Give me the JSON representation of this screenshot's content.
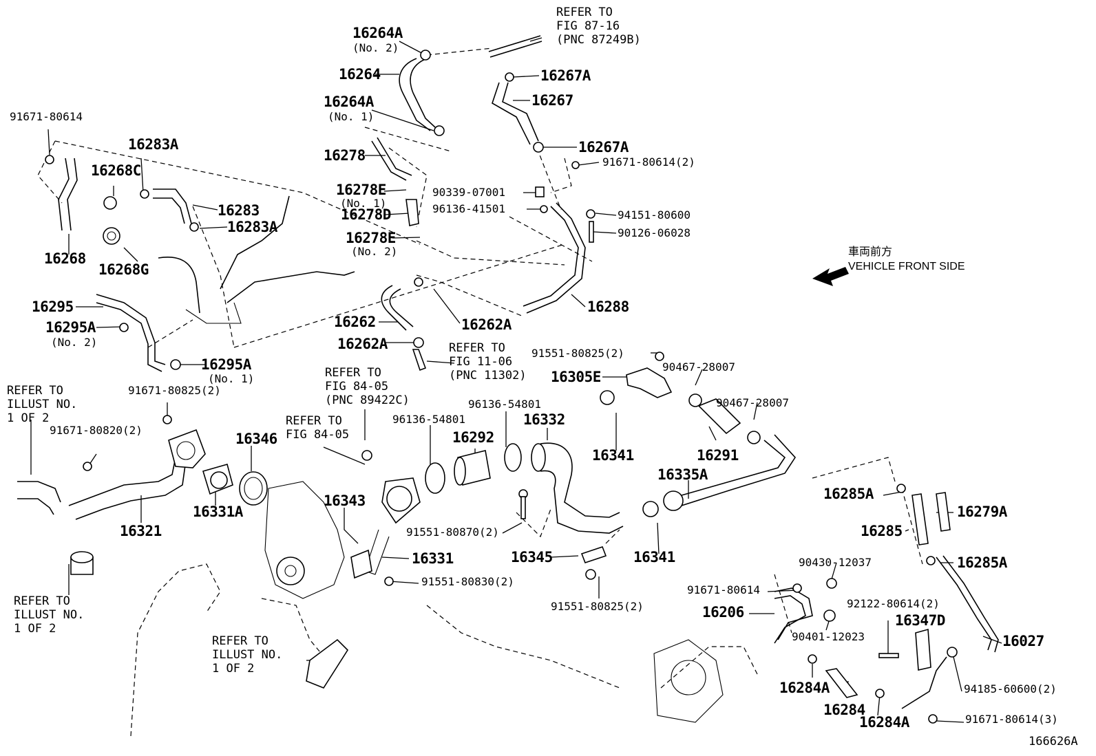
{
  "direction": {
    "jp": "車両前方",
    "en": "VEHICLE FRONT SIDE",
    "arrow_icon": "left-arrow-icon"
  },
  "figure_id": "166626A",
  "parts": {
    "p16264A_top": "16264A",
    "p16264A_top_note": "(No. 2)",
    "p16264": "16264",
    "p16264A_mid": "16264A",
    "p16264A_mid_note": "(No. 1)",
    "p16278": "16278",
    "p16278E_1": "16278E",
    "p16278E_1_note": "(No. 1)",
    "p16278D": "16278D",
    "p16278E_2": "16278E",
    "p16278E_2_note": "(No. 2)",
    "p16267A_top": "16267A",
    "p16267": "16267",
    "p16267A_bot": "16267A",
    "p91671_80614_2_top": "91671-80614(2)",
    "p90339": "90339-07001",
    "p96136_41501": "96136-41501",
    "p94151": "94151-80600",
    "p90126": "90126-06028",
    "p16288": "16288",
    "p91671_80614_left": "91671-80614",
    "p16283A_top": "16283A",
    "p16268C": "16268C",
    "p16283": "16283",
    "p16283A_bot": "16283A",
    "p16268": "16268",
    "p16268G": "16268G",
    "p16295": "16295",
    "p16295A_1": "16295A",
    "p16295A_1_note": "(No. 2)",
    "p16295A_2": "16295A",
    "p16295A_2_note": "(No. 1)",
    "p16262": "16262",
    "p16262A_1": "16262A",
    "p16262A_2": "16262A",
    "p91551_80825_2_top": "91551-80825(2)",
    "p16305E": "16305E",
    "p90467_a": "90467-28007",
    "p90467_b": "90467-28007",
    "p16341_a": "16341",
    "p16291": "16291",
    "p16335A": "16335A",
    "p96136_54801_a": "96136-54801",
    "p96136_54801_b": "96136-54801",
    "p16332": "16332",
    "p16292": "16292",
    "p91671_80825_2": "91671-80825(2)",
    "p91671_80820_2": "91671-80820(2)",
    "p16346": "16346",
    "p16331A": "16331A",
    "p16321": "16321",
    "p16343": "16343",
    "p16331": "16331",
    "p91551_80870_2": "91551-80870(2)",
    "p16345": "16345",
    "p16341_b": "16341",
    "p91551_80830_2": "91551-80830(2)",
    "p91551_80825_2_bot": "91551-80825(2)",
    "p16285A_a": "16285A",
    "p16285": "16285",
    "p16279A": "16279A",
    "p16285A_b": "16285A",
    "p90430": "90430-12037",
    "p91671_80614_right": "91671-80614",
    "p92122": "92122-80614(2)",
    "p16206": "16206",
    "p16347D": "16347D",
    "p16027": "16027",
    "p90401": "90401-12023",
    "p94185": "94185-60600(2)",
    "p16284A_a": "16284A",
    "p16284": "16284",
    "p16284A_b": "16284A",
    "p91671_80614_3": "91671-80614(3)"
  },
  "refs": {
    "fig_87_16": "REFER TO\nFIG 87-16\n(PNC 87249B)",
    "fig_11_06": "REFER TO\nFIG 11-06\n(PNC 11302)",
    "fig_84_05_pnc": "REFER TO\nFIG 84-05\n(PNC 89422C)",
    "fig_84_05": "REFER TO\nFIG 84-05",
    "illust_top": "REFER TO\nILLUST NO.\n1 OF 2",
    "illust_mid": "REFER TO\nILLUST NO.\n1 OF 2",
    "illust_bot": "REFER TO\nILLUST NO.\n1 OF 2"
  }
}
